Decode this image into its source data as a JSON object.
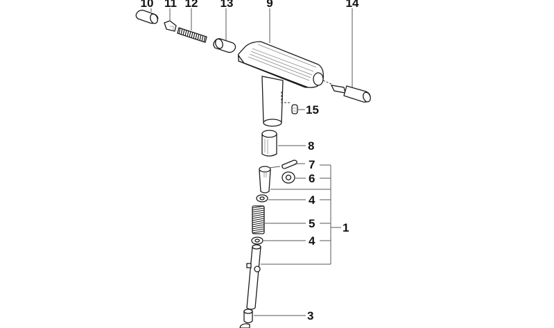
{
  "diagram": {
    "callouts": [
      {
        "id": "c10",
        "text": "10"
      },
      {
        "id": "c11",
        "text": "11"
      },
      {
        "id": "c12",
        "text": "12"
      },
      {
        "id": "c13",
        "text": "13"
      },
      {
        "id": "c9",
        "text": "9"
      },
      {
        "id": "c14",
        "text": "14"
      },
      {
        "id": "c15",
        "text": "15"
      },
      {
        "id": "c8",
        "text": "8"
      },
      {
        "id": "c7",
        "text": "7"
      },
      {
        "id": "c6",
        "text": "6"
      },
      {
        "id": "c4a",
        "text": "4"
      },
      {
        "id": "c5",
        "text": "5"
      },
      {
        "id": "c1",
        "text": "1"
      },
      {
        "id": "c4b",
        "text": "4"
      },
      {
        "id": "c3",
        "text": "3"
      }
    ]
  }
}
